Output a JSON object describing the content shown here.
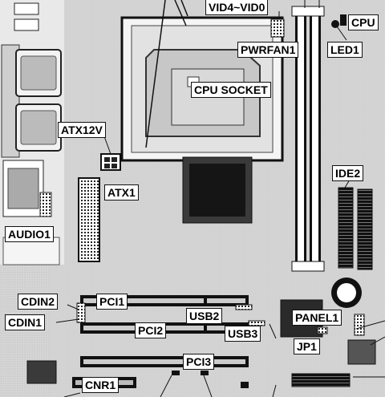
{
  "diagram": {
    "labels": {
      "vid": "VID4~VID0",
      "cpu": "CPU",
      "pwrfan": "PWRFAN1",
      "led": "LED1",
      "cpu_socket": "CPU SOCKET",
      "atx12v": "ATX12V",
      "ide2": "IDE2",
      "atx1": "ATX1",
      "audio": "AUDIO1",
      "cdin2": "CDIN2",
      "pci1": "PCI1",
      "cdin1": "CDIN1",
      "usb2": "USB2",
      "panel": "PANEL1",
      "pci2": "PCI2",
      "usb3": "USB3",
      "jp1": "JP1",
      "pci3": "PCI3",
      "cnr": "CNR1"
    }
  }
}
